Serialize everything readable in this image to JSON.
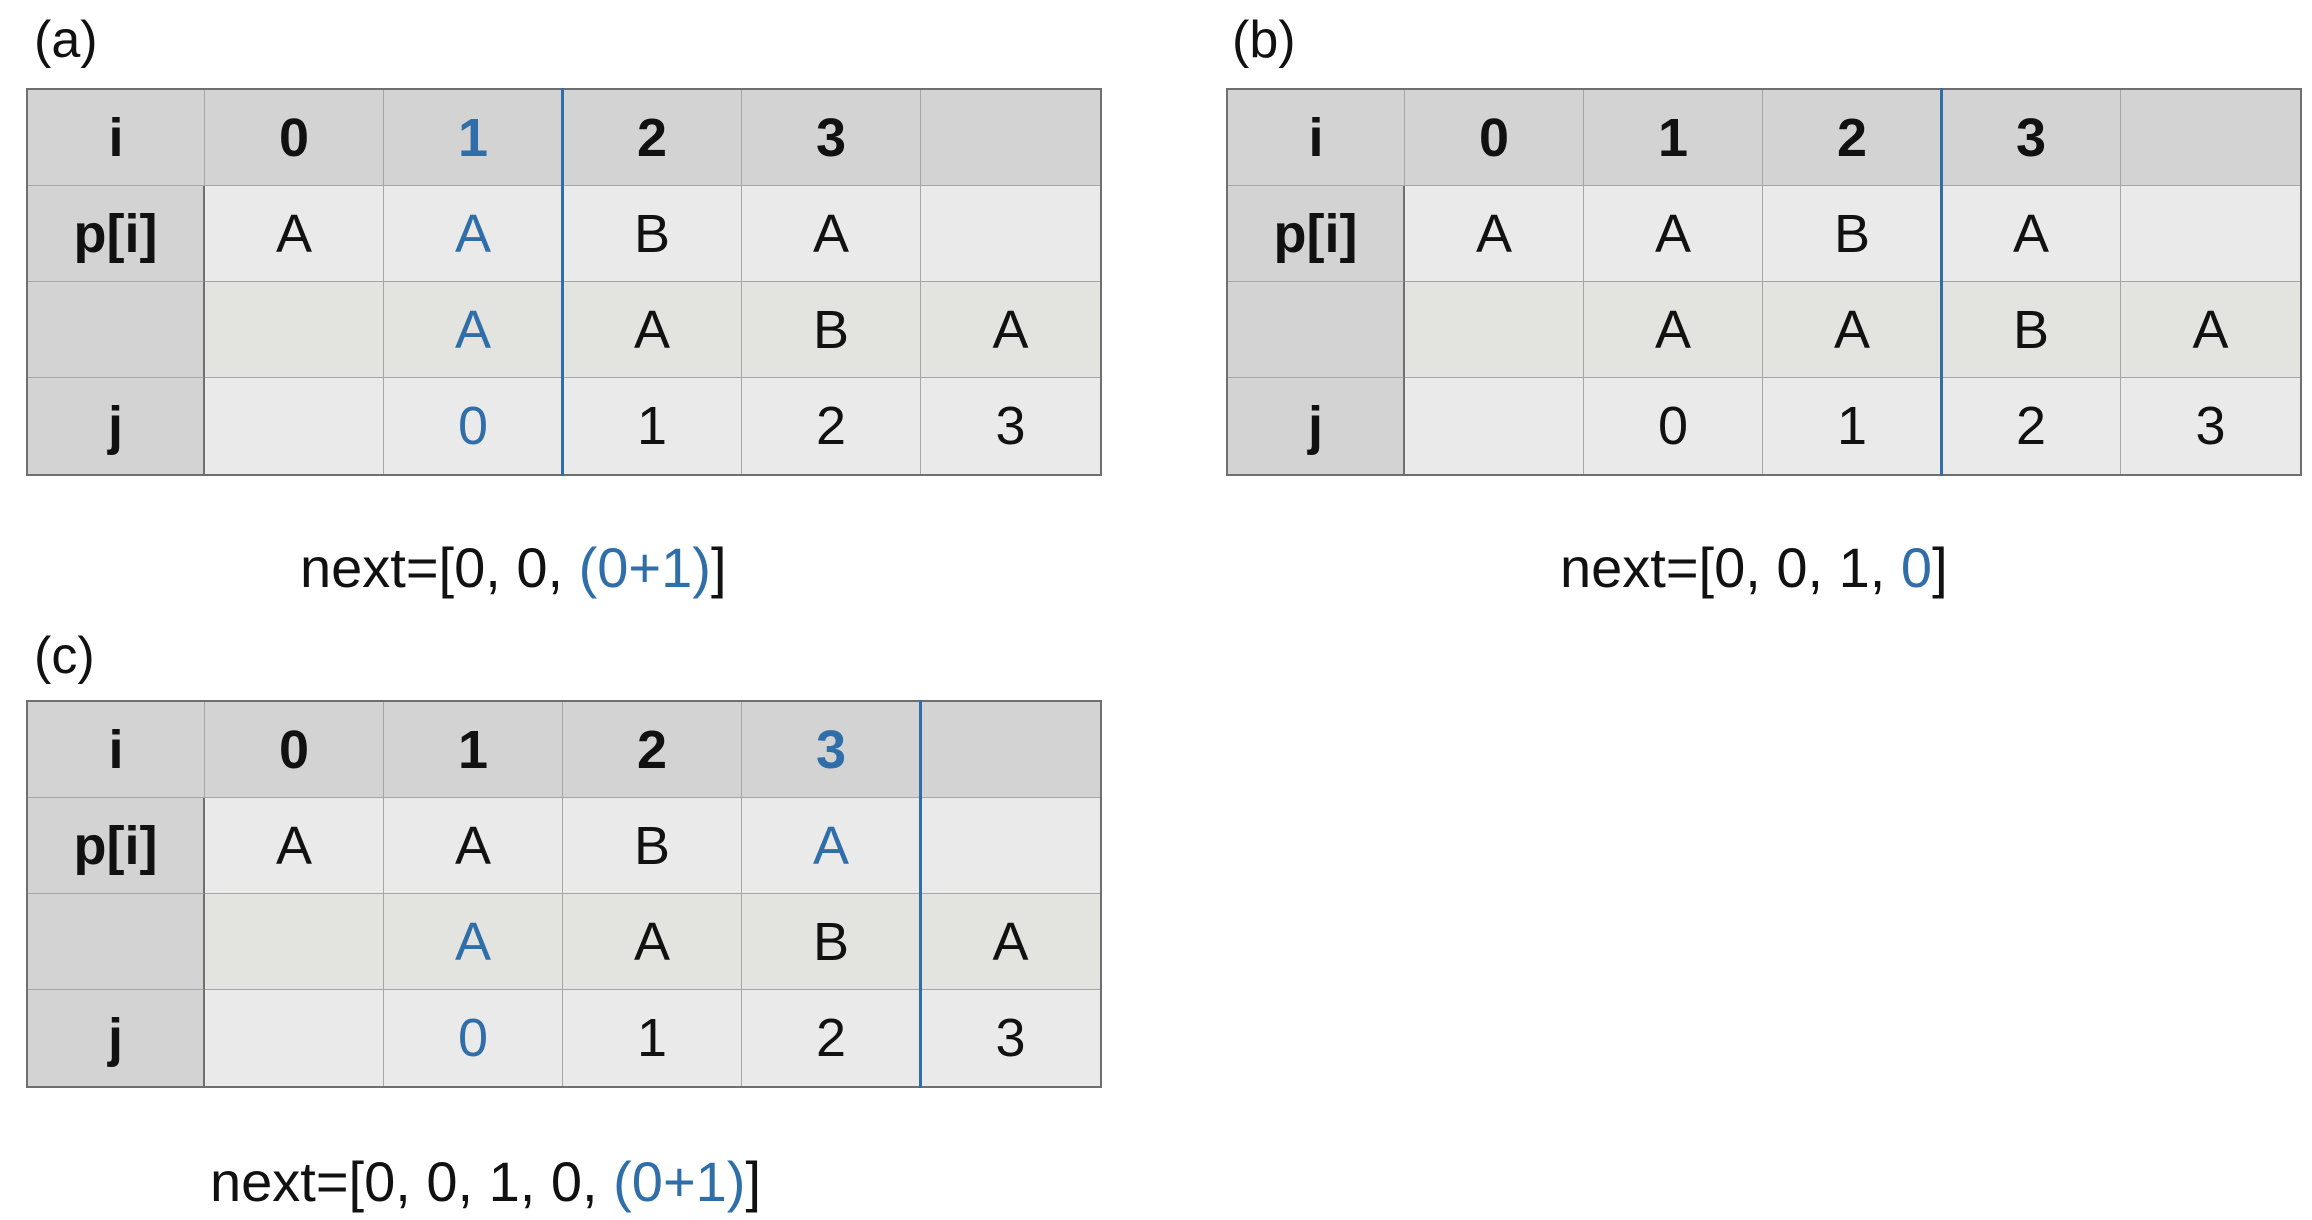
{
  "panels": [
    {
      "label": "(a)",
      "header": [
        "i",
        "0",
        "1",
        "2",
        "3",
        ""
      ],
      "pi": [
        "p[i]",
        "A",
        "A",
        "B",
        "A",
        ""
      ],
      "shift": [
        "",
        "",
        "A",
        "A",
        "B",
        "A"
      ],
      "j": [
        "j",
        "",
        "0",
        "1",
        "2",
        "3"
      ],
      "caption_prefix": "next=[0, 0, ",
      "caption_highlight": "(0+1)",
      "caption_suffix": "]"
    },
    {
      "label": "(b)",
      "header": [
        "i",
        "0",
        "1",
        "2",
        "3",
        ""
      ],
      "pi": [
        "p[i]",
        "A",
        "A",
        "B",
        "A",
        ""
      ],
      "shift": [
        "",
        "",
        "A",
        "A",
        "B",
        "A"
      ],
      "j": [
        "j",
        "",
        "0",
        "1",
        "2",
        "3"
      ],
      "caption_prefix": "next=[0, 0, 1, ",
      "caption_highlight": "0",
      "caption_suffix": "]"
    },
    {
      "label": "(c)",
      "header": [
        "i",
        "0",
        "1",
        "2",
        "3",
        ""
      ],
      "pi": [
        "p[i]",
        "A",
        "A",
        "B",
        "A",
        ""
      ],
      "shift": [
        "",
        "",
        "A",
        "A",
        "B",
        "A"
      ],
      "j": [
        "j",
        "",
        "0",
        "1",
        "2",
        "3"
      ],
      "caption_prefix": "next=[0, 0, 1, 0, ",
      "caption_highlight": "(0+1)",
      "caption_suffix": "]"
    }
  ],
  "colors": {
    "highlight": "#2f6ea8",
    "header_bg": "#d3d3d3",
    "cell_bg": "#eaeaea",
    "shift_row_bg": "#e3e3df"
  }
}
